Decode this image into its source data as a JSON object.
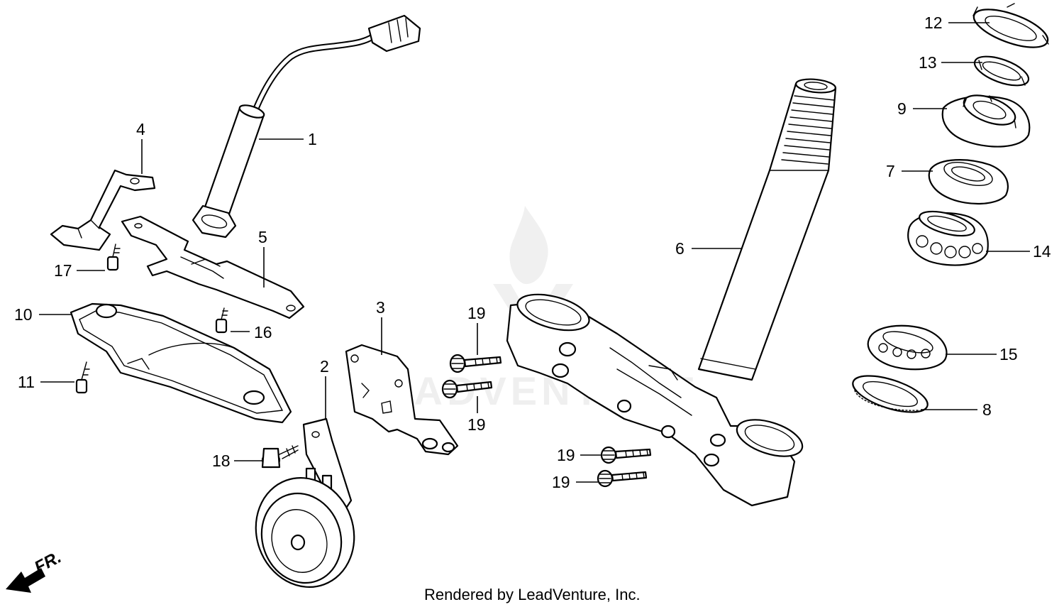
{
  "callouts": [
    {
      "id": "1",
      "label": "1"
    },
    {
      "id": "2",
      "label": "2"
    },
    {
      "id": "3",
      "label": "3"
    },
    {
      "id": "4",
      "label": "4"
    },
    {
      "id": "5",
      "label": "5"
    },
    {
      "id": "6",
      "label": "6"
    },
    {
      "id": "7",
      "label": "7"
    },
    {
      "id": "8",
      "label": "8"
    },
    {
      "id": "9",
      "label": "9"
    },
    {
      "id": "10",
      "label": "10"
    },
    {
      "id": "11",
      "label": "11"
    },
    {
      "id": "12",
      "label": "12"
    },
    {
      "id": "13",
      "label": "13"
    },
    {
      "id": "14",
      "label": "14"
    },
    {
      "id": "15",
      "label": "15"
    },
    {
      "id": "16",
      "label": "16"
    },
    {
      "id": "17",
      "label": "17"
    },
    {
      "id": "18",
      "label": "18"
    },
    {
      "id": "19a",
      "label": "19"
    },
    {
      "id": "19b",
      "label": "19"
    },
    {
      "id": "19c",
      "label": "19"
    },
    {
      "id": "19d",
      "label": "19"
    }
  ],
  "direction_indicator": "FR.",
  "footer_text": "Rendered by LeadVenture, Inc.",
  "watermark_text": "LEADVENTURE",
  "colors": {
    "line": "#000000",
    "background": "#ffffff"
  }
}
